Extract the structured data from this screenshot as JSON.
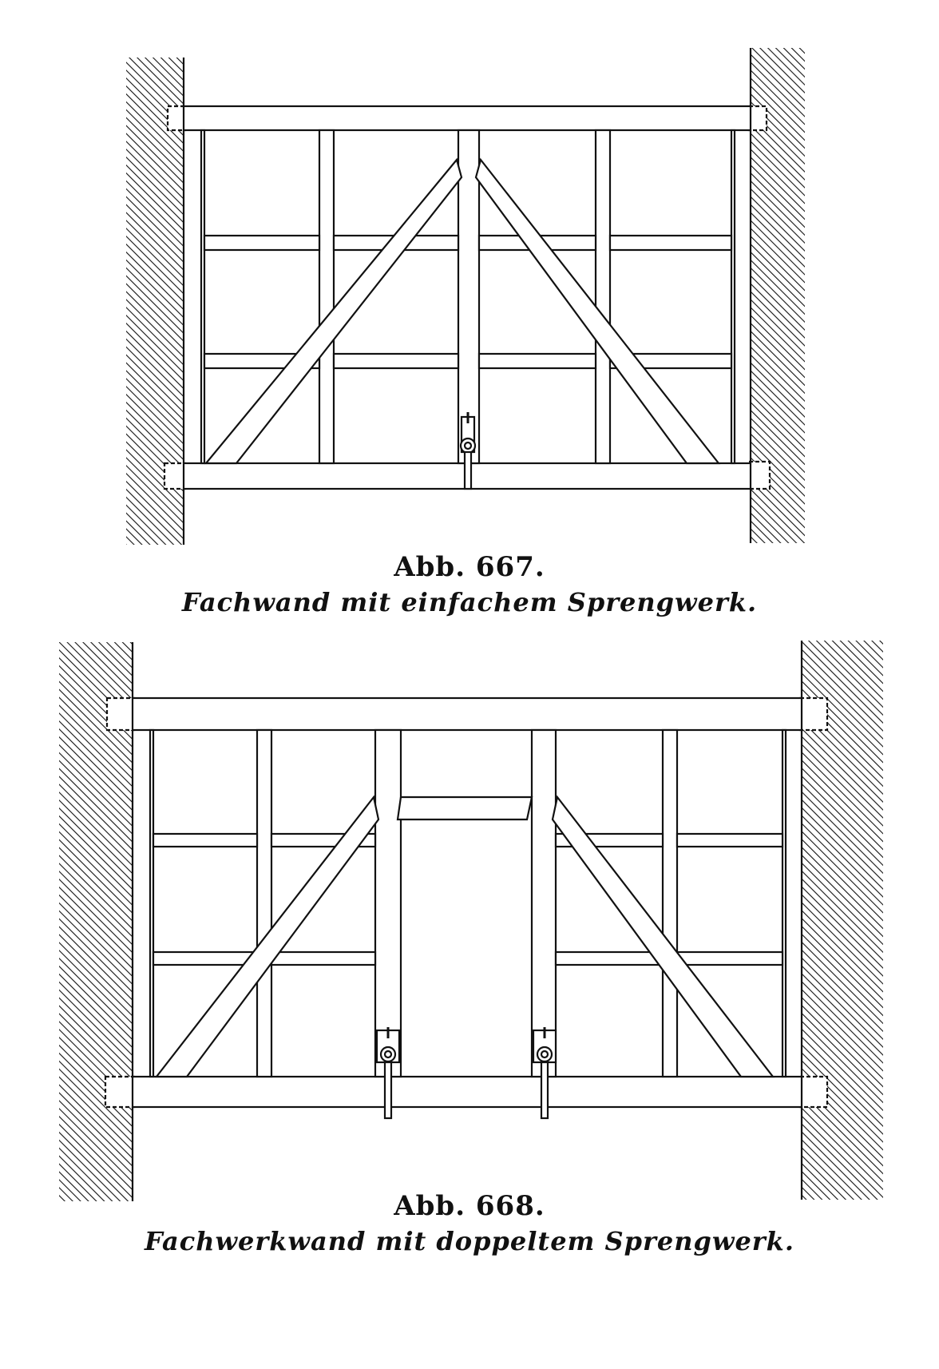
{
  "figures": [
    {
      "number": "Abb. 667.",
      "caption": "Fachwand mit einfachem Sprengwerk."
    },
    {
      "number": "Abb. 668.",
      "caption": "Fachwerkwand mit doppeltem Sprengwerk."
    }
  ],
  "colors": {
    "ink": "#111111",
    "paper": "#ffffff"
  }
}
